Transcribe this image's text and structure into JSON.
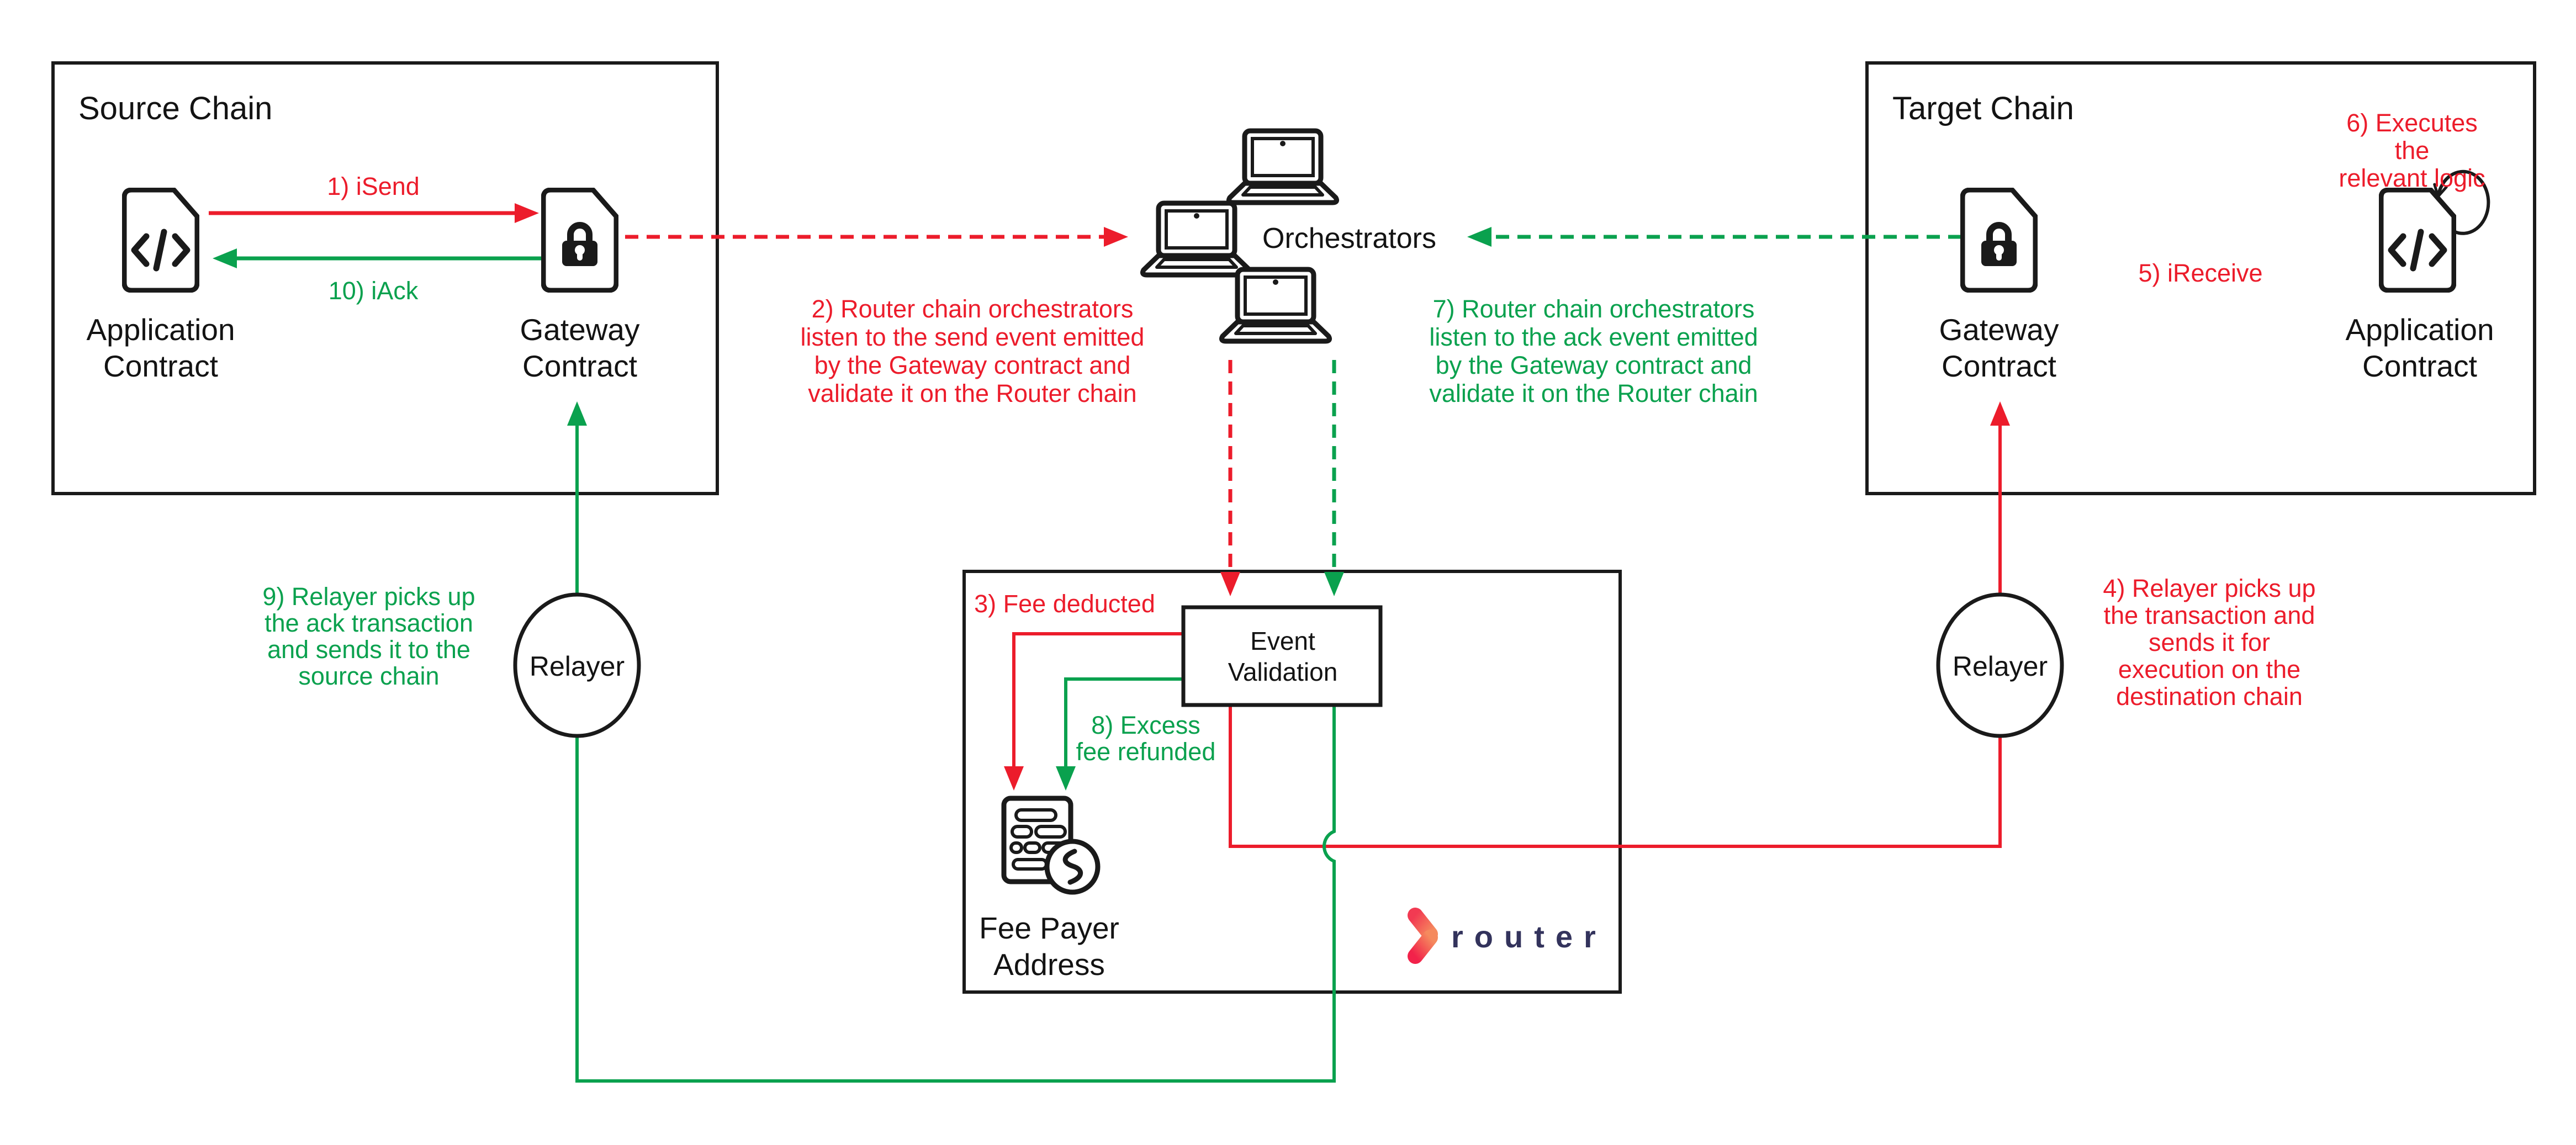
{
  "colors": {
    "arrow_red": "#EC1C2B",
    "arrow_green": "#0AA14E",
    "ink_black": "#1A1A1A",
    "logo_navy": "#33335C",
    "logo_gradient_start": "#F4564F",
    "logo_gradient_end": "#F2224A",
    "background": "#FFFFFF"
  },
  "source_chain": {
    "title": "Source Chain",
    "application_contract_label": "Application\nContract",
    "gateway_contract_label": "Gateway\nContract",
    "isend_label": "1) iSend",
    "iack_label": "10) iAck"
  },
  "target_chain": {
    "title": "Target Chain",
    "gateway_contract_label": "Gateway\nContract",
    "application_contract_label": "Application\nContract",
    "ireceive_label": "5) iReceive",
    "executes_label": "6) Executes the\nrelevant logic"
  },
  "orchestrators": {
    "label": "Orchestrators"
  },
  "router_chain": {
    "event_validation_label": "Event\nValidation",
    "fee_deducted_label": "3) Fee deducted",
    "excess_fee_label": "8) Excess\nfee refunded",
    "fee_payer_label": "Fee Payer\nAddress",
    "logo_text": "router"
  },
  "relayers": {
    "left_label": "Relayer",
    "right_label": "Relayer"
  },
  "annotations": {
    "step2": "2) Router chain orchestrators\nlisten to the send event emitted\nby the Gateway contract and\nvalidate it on the Router chain",
    "step7": "7) Router chain orchestrators\nlisten to the ack event emitted\nby the Gateway contract and\nvalidate it on the Router chain",
    "step9": "9) Relayer picks up\nthe ack transaction\nand sends it to the\nsource chain",
    "step4": "4) Relayer picks up\nthe transaction and\nsends it for\nexecution on the\ndestination chain"
  }
}
